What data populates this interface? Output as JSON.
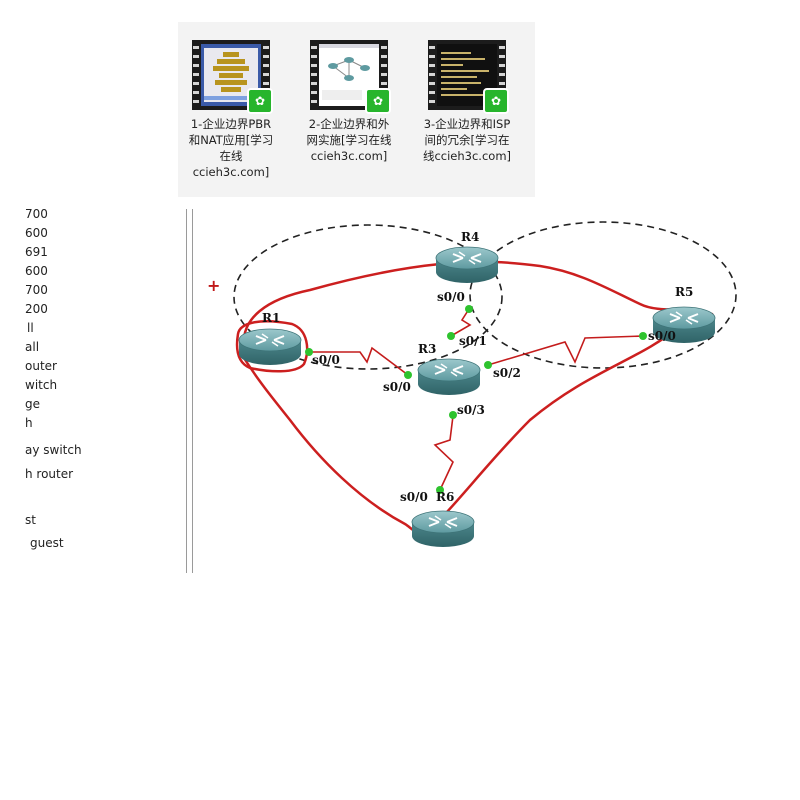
{
  "videos": [
    {
      "caption": "1-企业边界PBR\n和NAT应用[学习\n在线\nccieh3c.com]",
      "badge_icon": "play-logo-icon"
    },
    {
      "caption": "2-企业边界和外\n网实施[学习在线\nccieh3c.com]",
      "badge_icon": "play-logo-icon"
    },
    {
      "caption": "3-企业边界和ISP\n间的冗余[学习在\n线ccieh3c.com]",
      "badge_icon": "play-logo-icon"
    }
  ],
  "side_list": [
    "700",
    "600",
    "691",
    "600",
    "700",
    "200",
    "ll",
    "all",
    "outer",
    "witch",
    "ge",
    "h",
    "ay switch",
    "h router",
    "",
    "st",
    "guest"
  ],
  "topology": {
    "routers": {
      "r1": "R1",
      "r3": "R3",
      "r4": "R4",
      "r5": "R5",
      "r6": "R6"
    },
    "interfaces": {
      "r1_s00": "s0/0",
      "r3_s00": "s0/0",
      "r3_s01": "s0/1",
      "r3_s02": "s0/2",
      "r3_s03": "s0/3",
      "r4_s00": "s0/0",
      "r5_s00": "s0/0",
      "r6_s00": "s0/0"
    },
    "add_marker": "+"
  },
  "colors": {
    "router_body": "#5e9aa0",
    "link_green": "#2ec32e",
    "annotation_red": "#cc1f1f",
    "serial_red": "#c41c1c"
  }
}
